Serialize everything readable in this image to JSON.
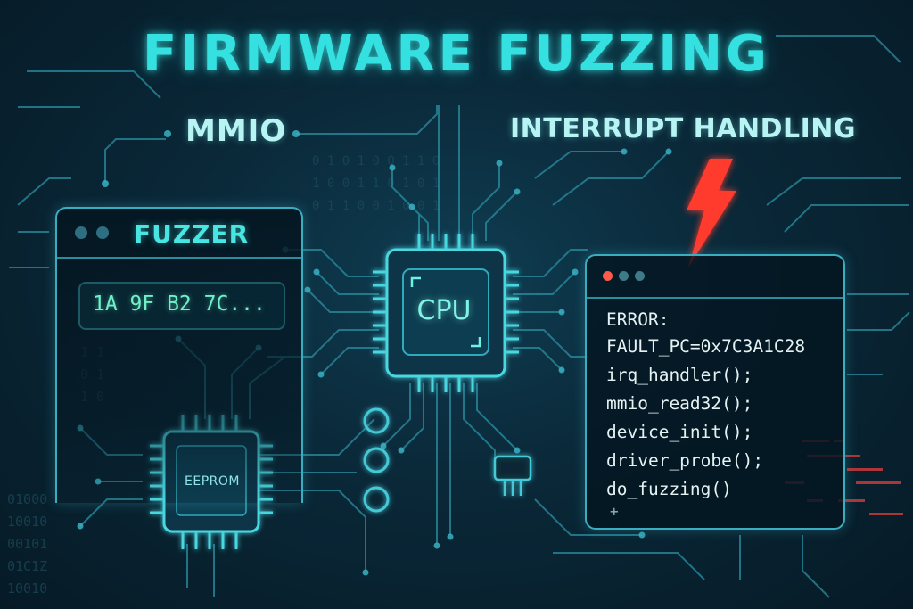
{
  "title": "FIRMWARE FUZZING",
  "labels": {
    "mmio": "MMIO",
    "interrupt": "INTERRUPT HANDLING"
  },
  "fuzzer_window": {
    "title": "FUZZER",
    "input_bytes": "1A 9F B2 7C..."
  },
  "cpu_chip": {
    "label": "CPU"
  },
  "eeprom_chip": {
    "label": "EEPROM"
  },
  "error_window": {
    "lines": [
      "ERROR:",
      "FAULT_PC=0x7C3A1C28",
      "irq_handler();",
      "mmio_read32();",
      "device_init();",
      "driver_probe();",
      "do_fuzzing()"
    ],
    "cursor": "+"
  },
  "colors": {
    "accent": "#35e0e0",
    "trace": "#2a9aae",
    "lightning": "#ff3b2f",
    "error_dot": "#ff5a4a"
  },
  "icons": {
    "interrupt": "lightning-icon"
  }
}
